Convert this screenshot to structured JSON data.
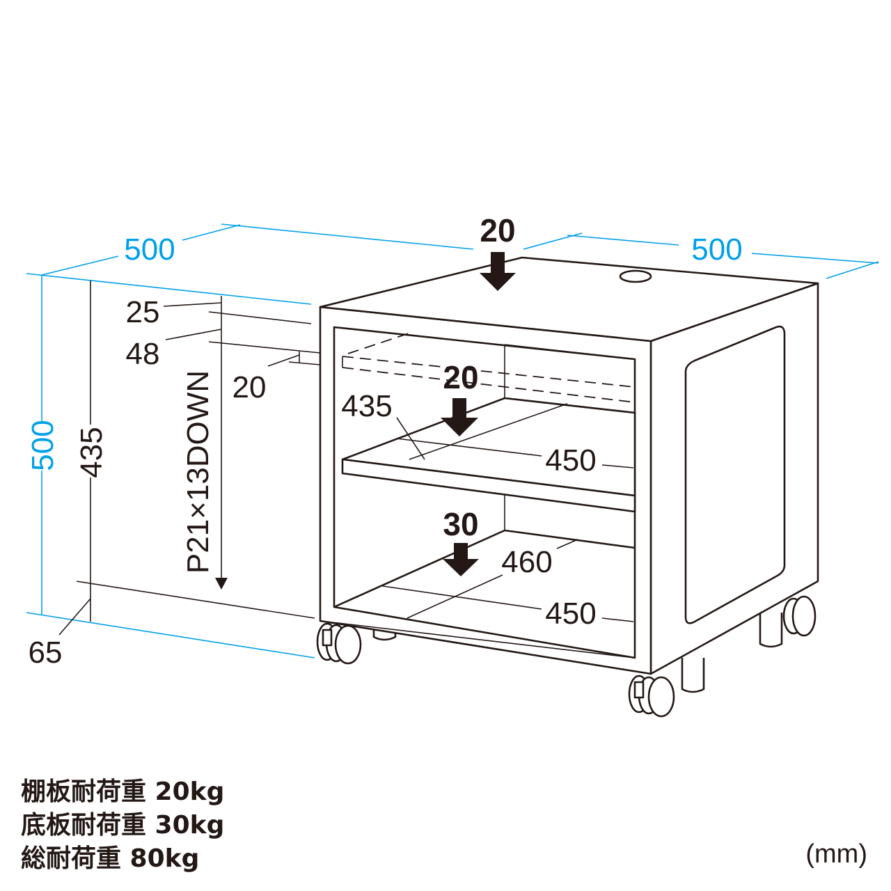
{
  "dimensions": {
    "width": "500",
    "depth": "500",
    "height": "500",
    "inner_height": "435",
    "top_thickness": "25",
    "shelf_top_offset": "48",
    "shelf_thickness": "20",
    "base_height": "65",
    "shelf_pitch": "P21×13DOWN",
    "shelf_width": "435",
    "shelf_depth": "450",
    "bottom_width": "460",
    "bottom_depth": "450"
  },
  "loads": {
    "top_load": "20",
    "shelf_load": "20",
    "bottom_load": "30"
  },
  "specs": [
    "棚板耐荷重 20kg",
    "底板耐荷重 30kg",
    "総耐荷重 80kg"
  ],
  "unit": "(mm)",
  "colors": {
    "dimension_blue": "#00a0e9",
    "line": "#231815"
  }
}
